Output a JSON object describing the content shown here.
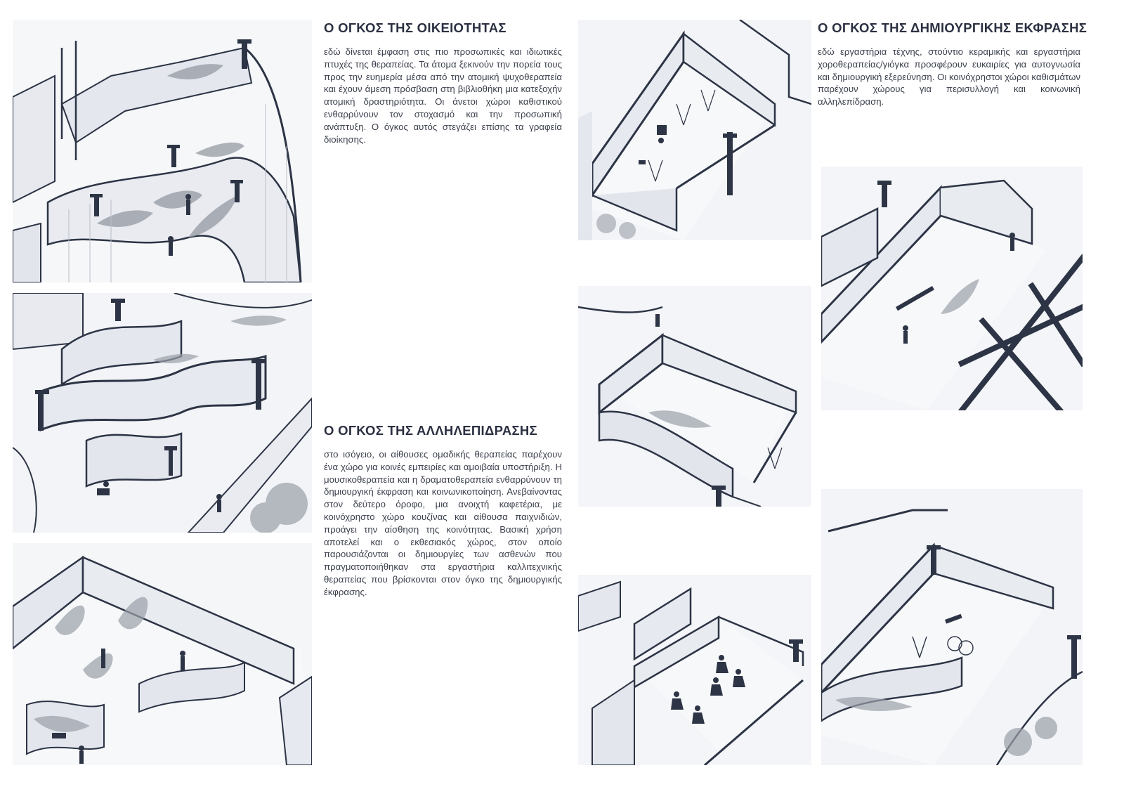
{
  "sections": [
    {
      "heading": "Ο ΟΓΚΟΣ ΤΗΣ ΟΙΚΕΙΟΤΗΤΑΣ",
      "body": "εδώ δίνεται έμφαση στις πιο προσωπικές και ιδιωτικές πτυχές της θεραπείας. Τα άτομα ξεκινούν την πορεία τους προς την ευημερία μέσα από την ατομική ψυχοθεραπεία και έχουν άμεση πρόσβαση στη βιβλιοθήκη μια κατεξοχήν ατομική δραστηριότητα. Οι άνετοι χώροι καθιστικού ενθαρρύνουν τον στοχασμό και την προσωπική ανάπτυξη. Ο όγκος αυτός στεγάζει επίσης τα γραφεία διοίκησης."
    },
    {
      "heading": "Ο ΟΓΚΟΣ ΤΗΣ ΑΛΛΗΛΕΠΙΔΡΑΣΗΣ",
      "body": "στο ισόγειο, οι αίθουσες ομαδικής θεραπείας παρέχουν ένα χώρο για κοινές εμπειρίες και αμοιβαία υποστήριξη. Η μουσικοθεραπεία και η δραματοθεραπεία ενθαρρύνουν τη δημιουργική έκφραση και κοινωνικοποίηση. Ανεβαίνοντας στον δεύτερο όροφο, μια ανοιχτή καφετέρια, με κοινόχρηστο χώρο κουζίνας και αίθουσα παιχνιδιών, προάγει την αίσθηση της κοινότητας. Βασική χρήση αποτελεί και ο εκθεσιακός χώρος, στον οποίο παρουσιάζονται οι δημιουργίες των ασθενών που πραγματοποιήθηκαν στα εργαστήρια καλλιτεχνικής θεραπείας που βρίσκονται στον όγκο της δημιουργικής έκφρασης."
    },
    {
      "heading": "Ο ΟΓΚΟΣ ΤΗΣ ΔΗΜΙΟΥΡΓΙΚΗΣ ΕΚΦΡΑΣΗΣ",
      "body": "εδώ εργαστήρια τέχνης, στούντιο κεραμικής και εργαστήρια χοροθεραπείας/γιόγκα προσφέρουν ευκαιρίες για αυτογνωσία και δημιουργική εξερεύνηση. Οι κοινόχρηστοι χώροι καθισμάτων παρέχουν χώρους για περισυλλογή και κοινωνική αλληλεπίδραση."
    }
  ],
  "colors": {
    "ink": "#2c3445",
    "glass": "#e6e9f0",
    "floor": "#f7f8fa",
    "planter": "#9aa0a8"
  }
}
